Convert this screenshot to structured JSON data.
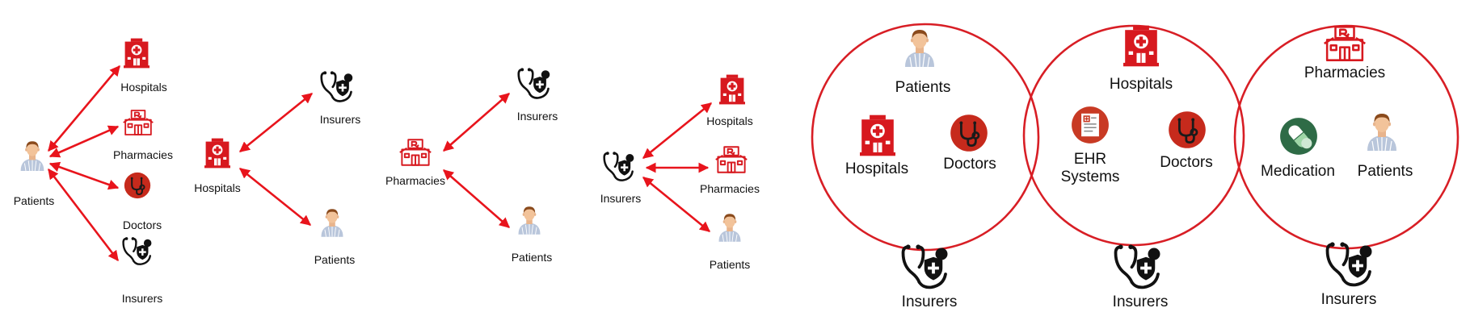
{
  "colors": {
    "arrow": "#e8141c",
    "circle": "#d81e25",
    "brand_red": "#d7191f",
    "doctor_red": "#c62a1c",
    "medication_green": "#2e6b46",
    "text": "#111111"
  },
  "icons": {
    "hospital": "hospital-icon",
    "pharmacy": "pharmacy-icon",
    "doctor": "doctor-stethoscope-icon",
    "insurer": "insurer-stethoscope-shield-icon",
    "patient": "patient-avatar-icon",
    "ehr": "ehr-document-icon",
    "medication": "medication-pill-icon"
  },
  "panel1": {
    "center": "Patients",
    "targets": [
      "Hospitals",
      "Pharmacies",
      "Doctors",
      "Insurers"
    ]
  },
  "panel2": {
    "center": "Hospitals",
    "targets": [
      "Insurers",
      "Patients"
    ]
  },
  "panel3": {
    "center": "Pharmacies",
    "targets": [
      "Insurers",
      "Patients"
    ]
  },
  "panel4": {
    "center": "Insurers",
    "targets": [
      "Hospitals",
      "Pharmacies",
      "Patients"
    ]
  },
  "circles": [
    {
      "members": [
        "Patients",
        "Hospitals",
        "Doctors"
      ],
      "outside": "Insurers"
    },
    {
      "members": [
        "Hospitals",
        "EHR\nSystems",
        "Doctors"
      ],
      "outside": "Insurers"
    },
    {
      "members": [
        "Pharmacies",
        "Medication",
        "Patients"
      ],
      "outside": "Insurers"
    }
  ]
}
